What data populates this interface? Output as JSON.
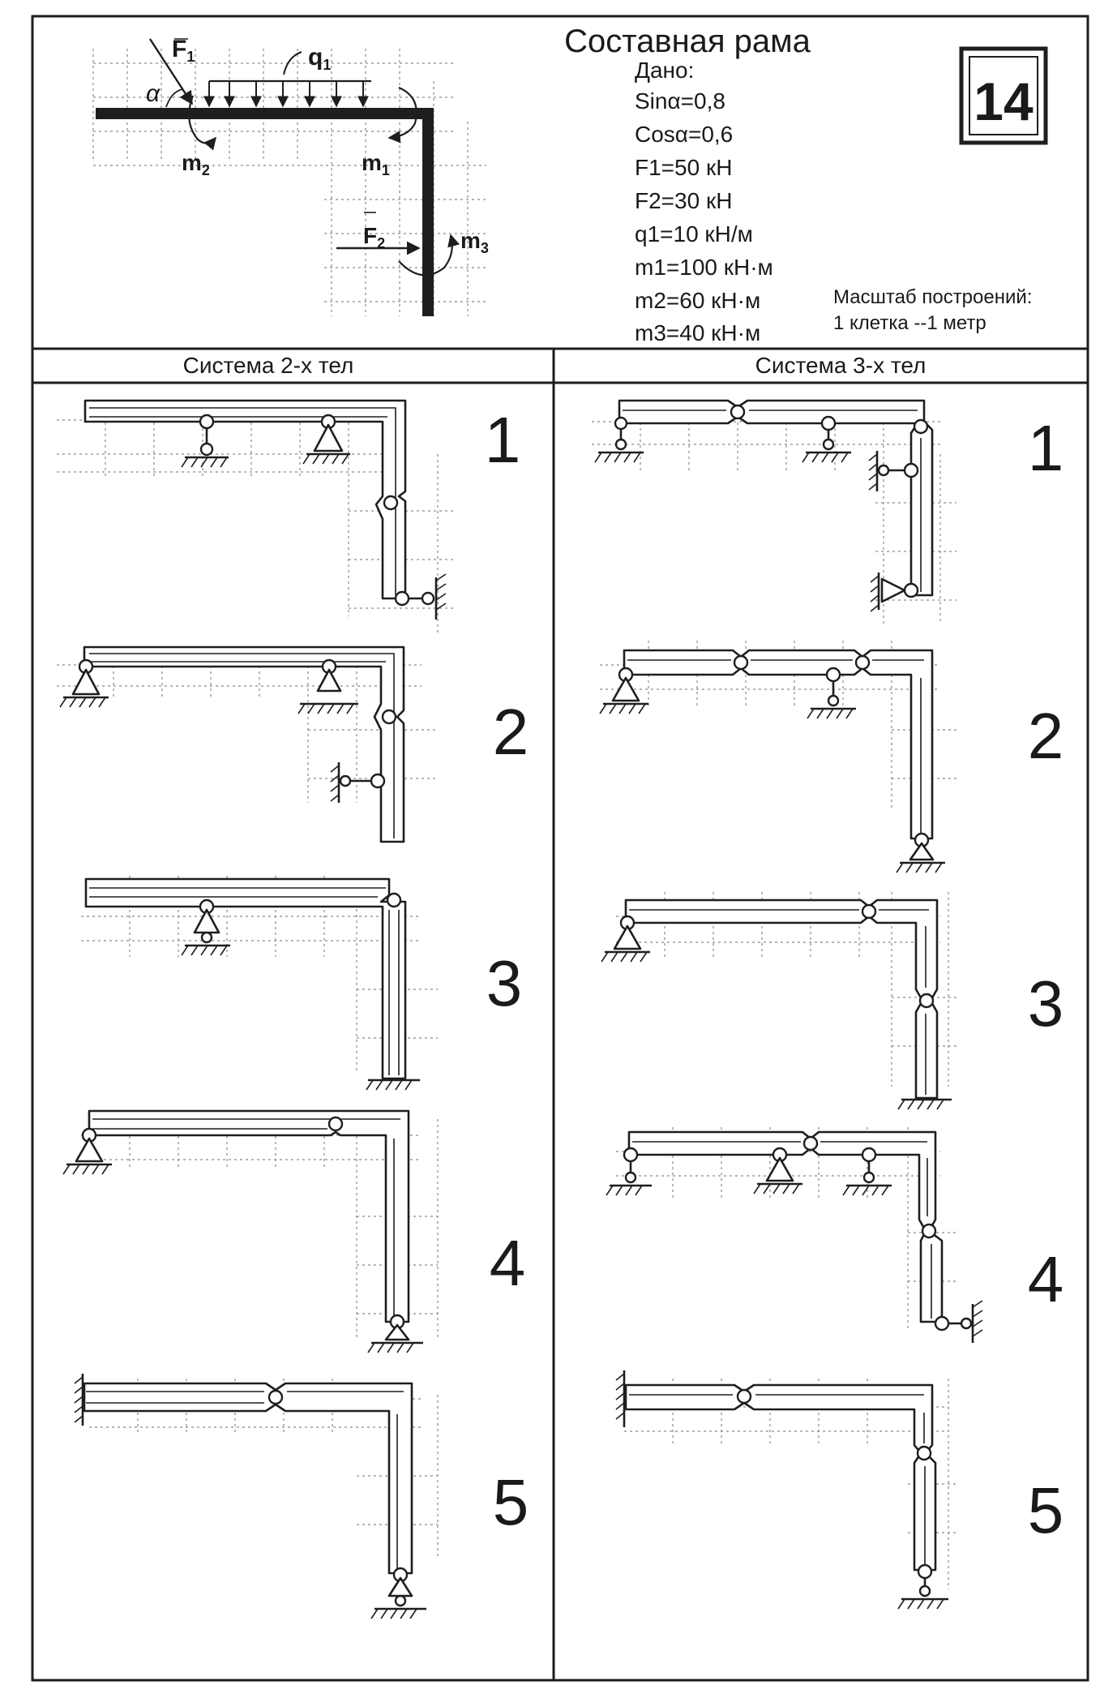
{
  "title": "Составная рама",
  "variant_number": "14",
  "given": {
    "heading": "Дано:",
    "lines": [
      "Sinα=0,8",
      "Cosα=0,6",
      "F1=50 кН",
      "F2=30 кН",
      "q1=10 кН/м",
      "m1=100 кН·м",
      "m2=60 кН·м",
      "m3=40 кН·м"
    ]
  },
  "scale_note": {
    "line1": "Масштаб построений:",
    "line2": "1 клетка --1 метр"
  },
  "load_labels": {
    "F1": "F",
    "F1_sub": "1",
    "F2": "F",
    "F2_sub": "2",
    "q": "q",
    "q_sub": "1",
    "m1": "m",
    "m1_sub": "1",
    "m2": "m",
    "m2_sub": "2",
    "m3": "m",
    "m3_sub": "3",
    "alpha": "α"
  },
  "columns": {
    "two_body": "Система 2-х тел",
    "three_body": "Система 3-х тел"
  },
  "scheme_numbers": [
    "1",
    "2",
    "3",
    "4",
    "5"
  ],
  "colors": {
    "ink": "#1a1a1a",
    "grid": "#8a8a8a",
    "paper": "#ffffff"
  }
}
